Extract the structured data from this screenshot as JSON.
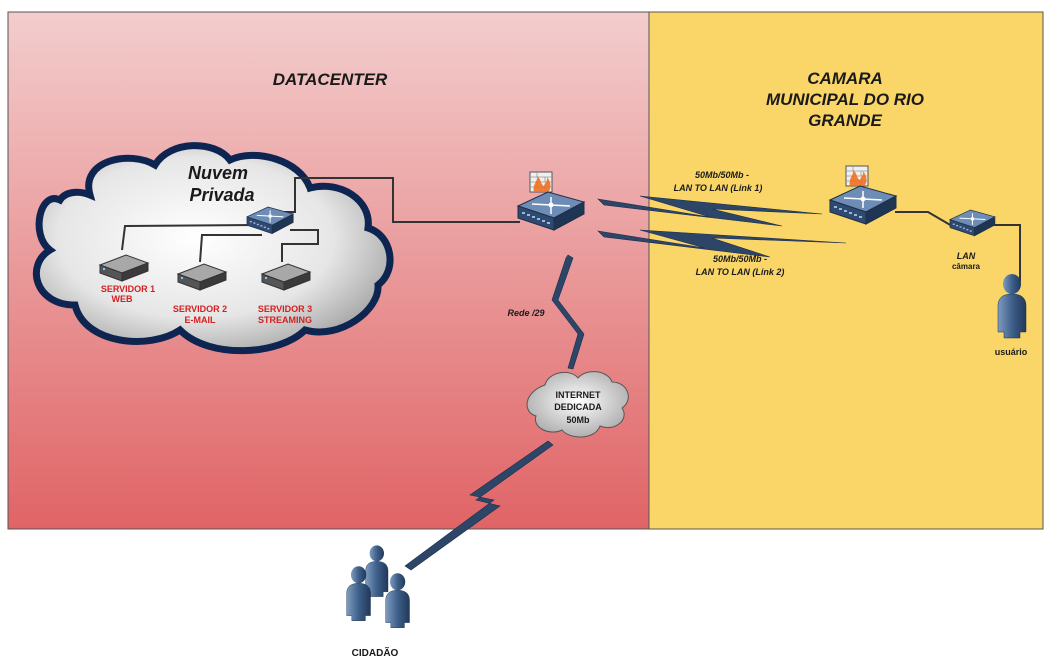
{
  "datacenter": {
    "title": "DATACENTER",
    "cloud_title_1": "Nuvem",
    "cloud_title_2": "Privada",
    "servers": [
      {
        "line1": "SERVIDOR 1",
        "line2": "WEB"
      },
      {
        "line1": "SERVIDOR 2",
        "line2": "E-MAIL"
      },
      {
        "line1": "SERVIDOR 3",
        "line2": "STREAMING"
      }
    ],
    "network_label": "Rede /29",
    "internet": {
      "line1": "INTERNET",
      "line2": "DEDICADA",
      "line3": "50Mb"
    }
  },
  "camara": {
    "title_1": "CAMARA",
    "title_2": "MUNICIPAL DO RIO",
    "title_3": "GRANDE",
    "lan_label_1": "LAN",
    "lan_label_2": "câmara",
    "user_label": "usuário"
  },
  "links": [
    {
      "line1": "50Mb/50Mb -",
      "line2": "LAN TO LAN (Link 1)"
    },
    {
      "line1": "50Mb/50Mb -",
      "line2": "LAN TO LAN (Link 2)"
    }
  ],
  "citizen_label": "CIDADÃO",
  "colors": {
    "datacenter_top": "#f3cdcd",
    "datacenter_bottom": "#e06466",
    "camara_bg": "#fad668",
    "cloud_border": "#0d2550",
    "server_label": "#d42020",
    "cable": "#333333",
    "wan_link": "#2d4668"
  },
  "icons": [
    "router-firewall-icon",
    "switch-icon",
    "server-icon",
    "user-icon",
    "people-group-icon",
    "cloud-icon"
  ]
}
